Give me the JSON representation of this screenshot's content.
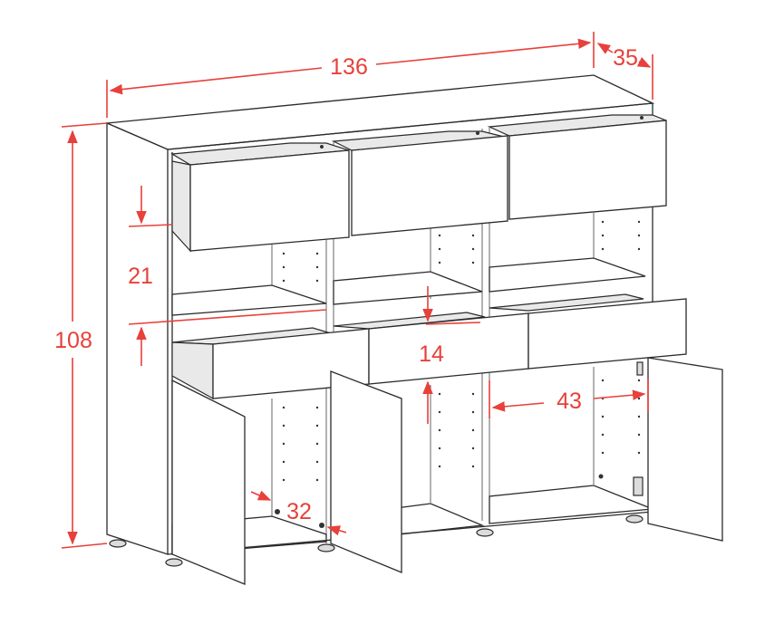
{
  "dimensions": {
    "width": "136",
    "depth": "35",
    "height": "108",
    "drawer_gap": "21",
    "middle_gap": "14",
    "inner_width": "43",
    "door_gap": "32"
  },
  "colors": {
    "dimension": "#e8403a",
    "outline": "#2b2b2b"
  }
}
